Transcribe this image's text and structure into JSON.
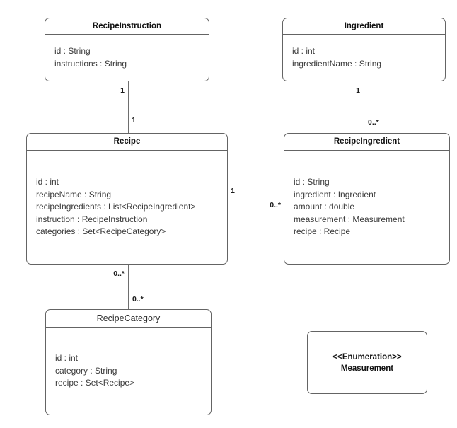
{
  "colors": {
    "background": "#ffffff",
    "box_border": "#646464",
    "connector_line": "#6e6e6e",
    "title_text": "#111111",
    "attribute_text": "#3a3a3a"
  },
  "classes": [
    {
      "name": "RecipeInstruction",
      "attributes": [
        "id : String",
        "instructions : String"
      ]
    },
    {
      "name": "Ingredient",
      "attributes": [
        "id : int",
        "ingredientName : String"
      ]
    },
    {
      "name": "Recipe",
      "attributes": [
        "id : int",
        "recipeName : String",
        "recipeIngredients : List<RecipeIngredient>",
        "instruction : RecipeInstruction",
        "categories : Set<RecipeCategory>"
      ]
    },
    {
      "name": "RecipeIngredient",
      "attributes": [
        "id : String",
        "ingredient : Ingredient",
        "amount : double",
        "measurement : Measurement",
        "recipe : Recipe"
      ]
    },
    {
      "name": "RecipeCategory",
      "attributes": [
        "id : int",
        "category : String",
        "recipe : Set<Recipe>"
      ]
    }
  ],
  "enumeration": {
    "stereotype": "<<Enumeration>>",
    "name": "Measurement"
  },
  "relationships": [
    {
      "from": "RecipeInstruction",
      "to": "Recipe",
      "from_multiplicity": "1",
      "to_multiplicity": "1"
    },
    {
      "from": "Ingredient",
      "to": "RecipeIngredient",
      "from_multiplicity": "1",
      "to_multiplicity": "0..*"
    },
    {
      "from": "Recipe",
      "to": "RecipeIngredient",
      "from_multiplicity": "1",
      "to_multiplicity": "0..*"
    },
    {
      "from": "Recipe",
      "to": "RecipeCategory",
      "from_multiplicity": "0..*",
      "to_multiplicity": "0..*"
    },
    {
      "from": "RecipeIngredient",
      "to": "Measurement",
      "from_multiplicity": "",
      "to_multiplicity": ""
    }
  ]
}
